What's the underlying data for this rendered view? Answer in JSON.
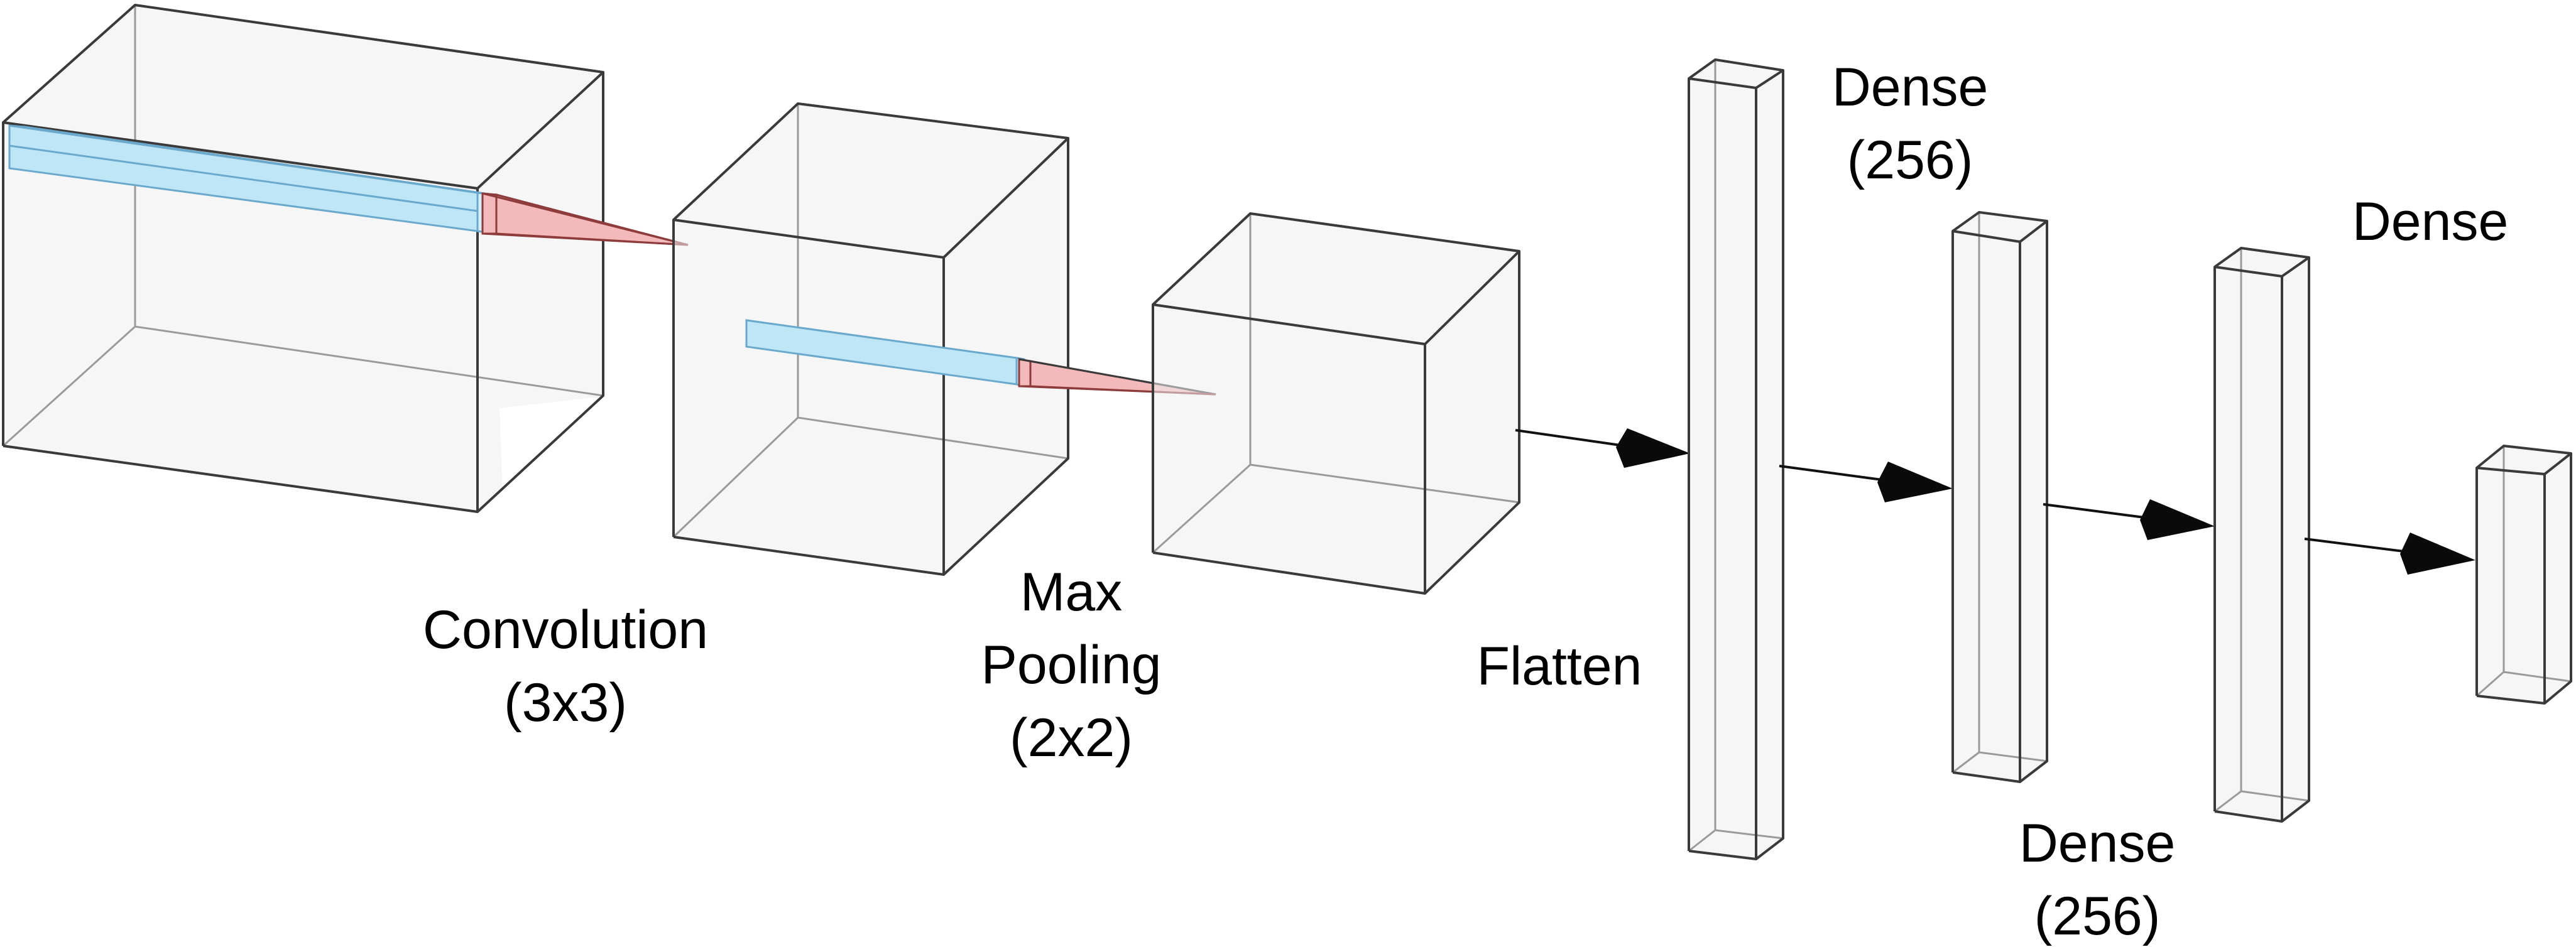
{
  "labels": {
    "conv_line1": "Convolution",
    "conv_line2": "(3x3)",
    "pool_line1": "Max",
    "pool_line2": "Pooling",
    "pool_line3": "(2x2)",
    "flatten": "Flatten",
    "dense1_line1": "Dense",
    "dense1_line2": "(256)",
    "dense2_line1": "Dense",
    "dense2_line2": "(256)",
    "dense3_line1": "Dense"
  },
  "colors": {
    "filter_blue": "#bfe6f7",
    "kernel_pink": "#f4b9ba",
    "edge": "#3a3a3a",
    "arrow": "#0a0a0a"
  }
}
